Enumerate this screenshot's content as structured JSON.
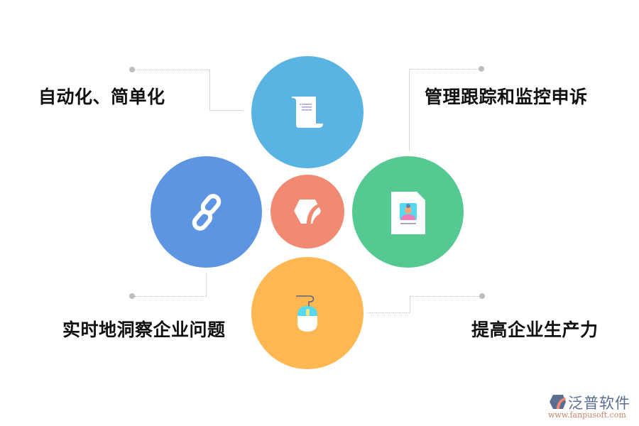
{
  "diagram": {
    "center": {
      "icon": "brand-leaf-hexagon-icon",
      "color": "#f08a72"
    },
    "nodes": [
      {
        "id": "top",
        "label": "自动化、简单化",
        "icon": "scroll-document-icon",
        "color": "#5ab4e3"
      },
      {
        "id": "right",
        "label": "管理跟踪和监控申诉",
        "icon": "profile-card-icon",
        "color": "#56c993"
      },
      {
        "id": "left",
        "label": "实时地洞察企业问题",
        "icon": "chain-link-icon",
        "color": "#5d95e3"
      },
      {
        "id": "bottom",
        "label": "提高企业生产力",
        "icon": "computer-mouse-icon",
        "color": "#ffb752"
      }
    ]
  },
  "watermark": {
    "brand": "泛普软件",
    "url": "www.fanpusoft.com"
  }
}
